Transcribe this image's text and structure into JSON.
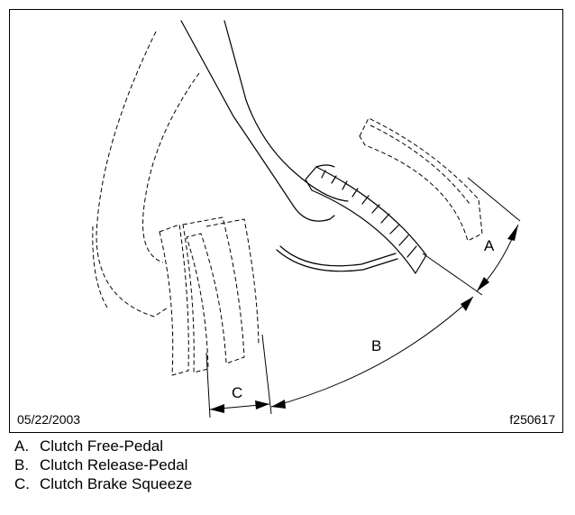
{
  "figure": {
    "date": "05/22/2003",
    "figure_id": "f250617",
    "callouts": {
      "a": "A",
      "b": "B",
      "c": "C"
    }
  },
  "legend": {
    "items": [
      {
        "key": "A.",
        "label": "Clutch Free-Pedal"
      },
      {
        "key": "B.",
        "label": "Clutch Release-Pedal"
      },
      {
        "key": "C.",
        "label": "Clutch Brake Squeeze"
      }
    ]
  }
}
